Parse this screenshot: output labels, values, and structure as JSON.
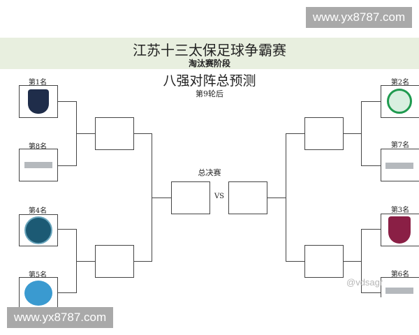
{
  "watermarks": {
    "top": "www.yx8787.com",
    "bottom": "www.yx8787.com",
    "corner": "@vdsagr"
  },
  "header": {
    "title": "江苏十三太保足球争霸赛",
    "stage": "淘汰赛阶段",
    "heading": "八强对阵总预测",
    "round": "第9轮后"
  },
  "final": {
    "label": "总决赛",
    "vs": "VS"
  },
  "teams": {
    "rank1": {
      "label": "第1名",
      "logo": "nantong-wolf-crest",
      "color": "#1f2d4a"
    },
    "rank8": {
      "label": "第8名",
      "logo": "text-logo",
      "color": "#9aa0a6"
    },
    "rank4": {
      "label": "第4名",
      "logo": "xz-crest",
      "color": "#1c5a74"
    },
    "rank5": {
      "label": "第5名",
      "logo": "blue-badge",
      "color": "#3a9ad0"
    },
    "rank2": {
      "label": "第2名",
      "logo": "green-lion-seal",
      "color": "#1f9a4f"
    },
    "rank7": {
      "label": "第7名",
      "logo": "text-logo",
      "color": "#9aa0a6"
    },
    "rank3": {
      "label": "第3名",
      "logo": "maroon-shield",
      "color": "#8a1f45"
    },
    "rank6": {
      "label": "第6名",
      "logo": "text-logo",
      "color": "#9aa0a6"
    }
  }
}
